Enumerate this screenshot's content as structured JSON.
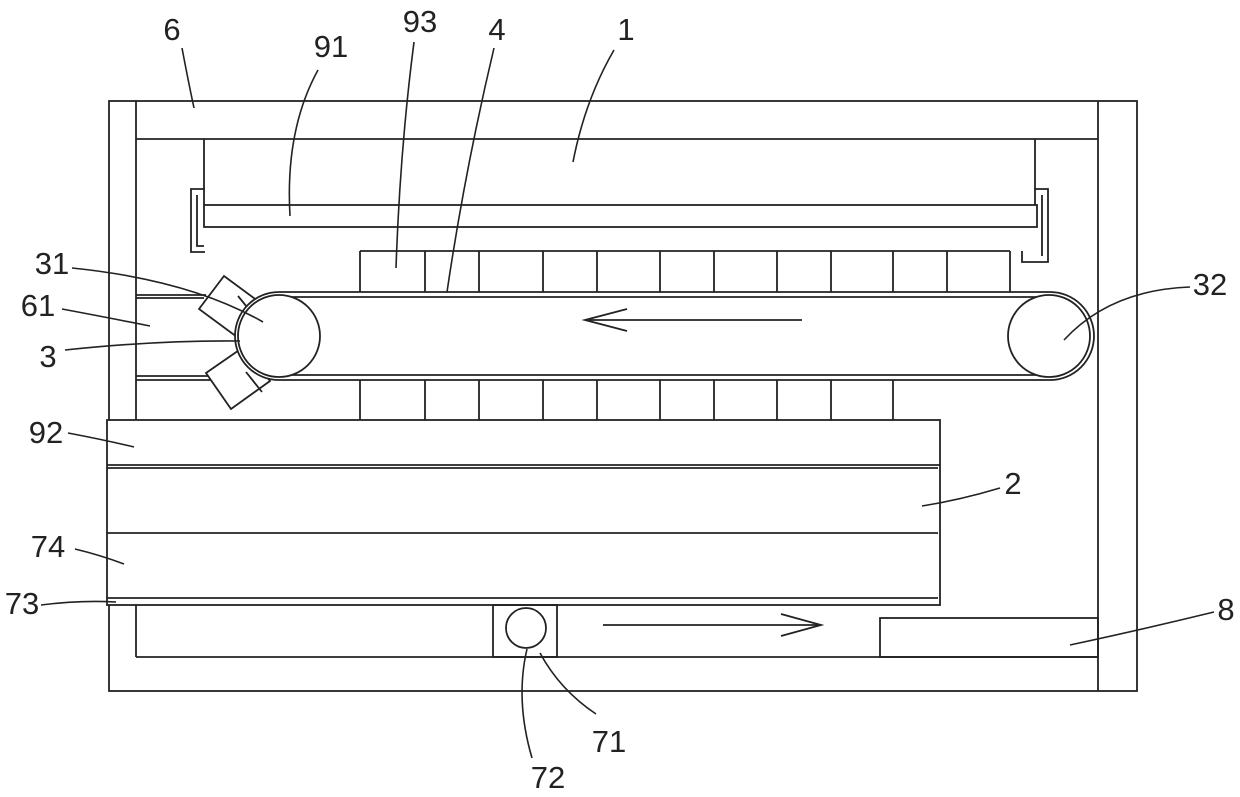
{
  "callouts": [
    "6",
    "91",
    "93",
    "4",
    "1",
    "31",
    "32",
    "61",
    "3",
    "92",
    "2",
    "74",
    "73",
    "8",
    "71",
    "72"
  ],
  "colors": {
    "line": "#222222",
    "background": "#ffffff"
  }
}
